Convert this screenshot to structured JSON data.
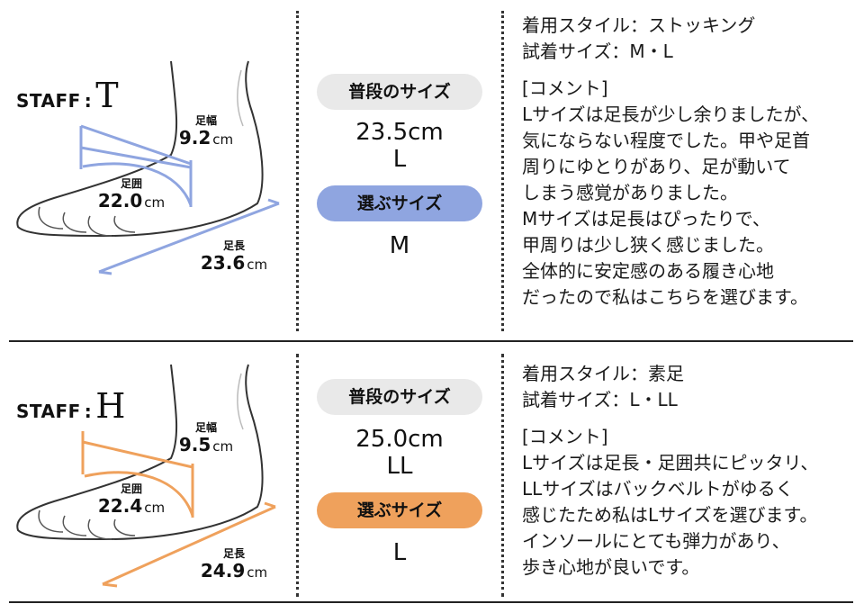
{
  "colors": {
    "staff_t_accent": "#8fa5e0",
    "staff_h_accent": "#efa15c",
    "pill_gray": "#e9e9e9"
  },
  "staff_t": {
    "label": "STAFF",
    "colon": ":",
    "initial": "T",
    "foot_width": {
      "caption": "足幅",
      "value": "9.2",
      "unit": "cm"
    },
    "foot_girth": {
      "caption": "足囲",
      "value": "22.0",
      "unit": "cm"
    },
    "foot_length": {
      "caption": "足長",
      "value": "23.6",
      "unit": "cm"
    },
    "usual_size_label": "普段のサイズ",
    "usual_size_value": "23.5",
    "usual_size_unit": "cm",
    "usual_size_letter": "L",
    "chosen_size_label": "選ぶサイズ",
    "chosen_size_letter": "M",
    "style_line": "着用スタイル：ストッキング",
    "tried_line": "試着サイズ：M・L",
    "comment_header": "[コメント]",
    "comment_lines": [
      "Lサイズは足長が少し余りましたが、",
      "気にならない程度でした。甲や足首",
      "周りにゆとりがあり、足が動いて",
      "しまう感覚がありました。",
      "Mサイズは足長はぴったりで、",
      "甲周りは少し狭く感じました。",
      "全体的に安定感のある履き心地",
      "だったので私はこちらを選びます。"
    ]
  },
  "staff_h": {
    "label": "STAFF",
    "colon": ":",
    "initial": "H",
    "foot_width": {
      "caption": "足幅",
      "value": "9.5",
      "unit": "cm"
    },
    "foot_girth": {
      "caption": "足囲",
      "value": "22.4",
      "unit": "cm"
    },
    "foot_length": {
      "caption": "足長",
      "value": "24.9",
      "unit": "cm"
    },
    "usual_size_label": "普段のサイズ",
    "usual_size_value": "25.0",
    "usual_size_unit": "cm",
    "usual_size_letter": "LL",
    "chosen_size_label": "選ぶサイズ",
    "chosen_size_letter": "L",
    "style_line": "着用スタイル：素足",
    "tried_line": "試着サイズ：L・LL",
    "comment_header": "[コメント]",
    "comment_lines": [
      "Lサイズは足長・足囲共にピッタリ、",
      "LLサイズはバックベルトがゆるく",
      "感じたため私はLサイズを選びます。",
      "インソールにとても弾力があり、",
      "歩き心地が良いです。"
    ]
  }
}
